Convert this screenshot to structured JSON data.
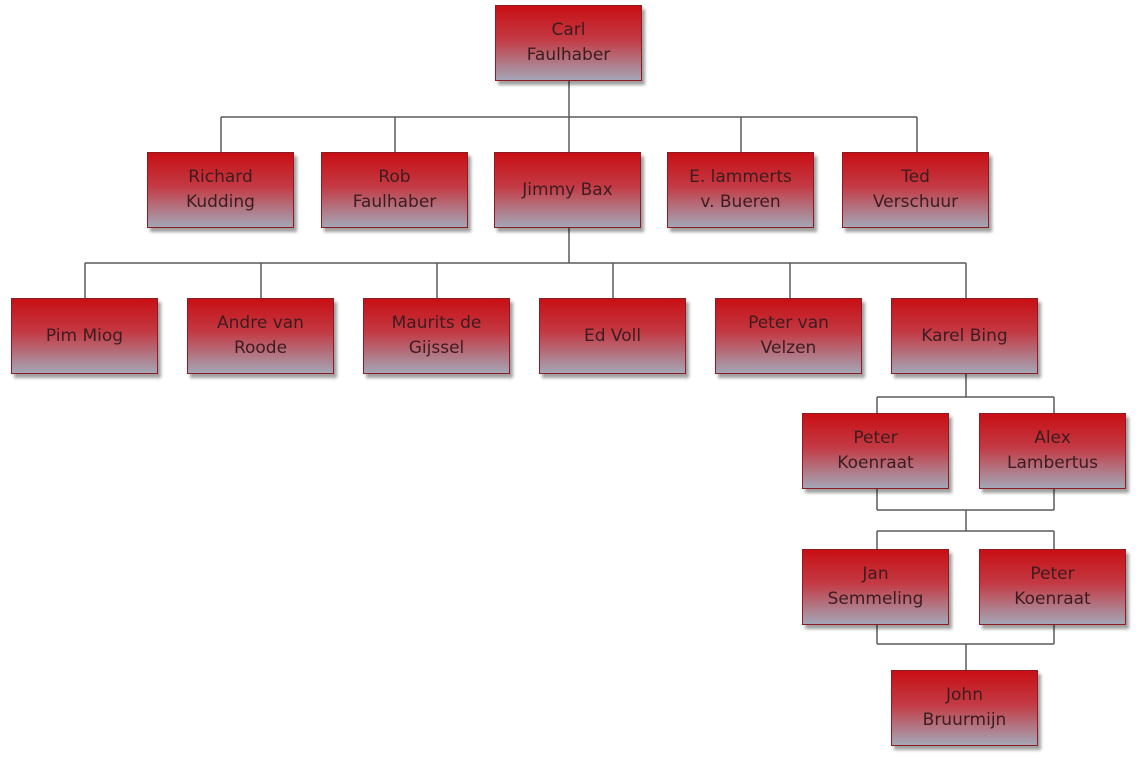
{
  "people": {
    "carl": {
      "line1": "Carl",
      "line2": "Faulhaber"
    },
    "richard": {
      "line1": "Richard",
      "line2": "Kudding"
    },
    "rob": {
      "line1": "Rob",
      "line2": "Faulhaber"
    },
    "jimmy": {
      "line1": "Jimmy Bax"
    },
    "lammerts": {
      "line1": "E. lammerts",
      "line2": "v. Bueren"
    },
    "ted": {
      "line1": "Ted",
      "line2": "Verschuur"
    },
    "pim": {
      "line1": "Pim Miog"
    },
    "andre": {
      "line1": "Andre van",
      "line2": "Roode"
    },
    "maurits": {
      "line1": "Maurits de",
      "line2": "Gijssel"
    },
    "ed": {
      "line1": "Ed Voll"
    },
    "petervv": {
      "line1": "Peter van",
      "line2": "Velzen"
    },
    "karel": {
      "line1": "Karel Bing"
    },
    "peterk1": {
      "line1": "Peter",
      "line2": "Koenraat"
    },
    "alex": {
      "line1": "Alex",
      "line2": "Lambertus"
    },
    "jan": {
      "line1": "Jan",
      "line2": "Semmeling"
    },
    "peterk2": {
      "line1": "Peter",
      "line2": "Koenraat"
    },
    "john": {
      "line1": "John",
      "line2": "Bruurmijn"
    }
  },
  "colors": {
    "box_top": "#c80f14",
    "box_bottom": "#a4a6b6",
    "connector": "#5a5a5a",
    "text": "#3c1c20"
  }
}
